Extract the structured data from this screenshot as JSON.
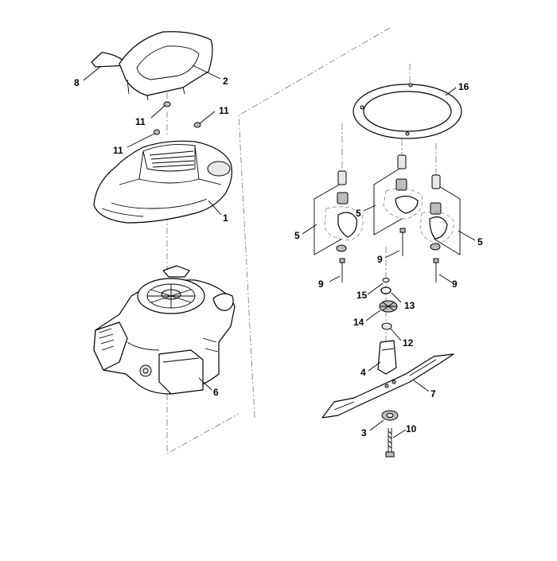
{
  "callouts": [
    {
      "id": "c8",
      "label": "8"
    },
    {
      "id": "c2",
      "label": "2"
    },
    {
      "id": "c11a",
      "label": "11"
    },
    {
      "id": "c11b",
      "label": "11"
    },
    {
      "id": "c11c",
      "label": "11"
    },
    {
      "id": "c1",
      "label": "1"
    },
    {
      "id": "c6",
      "label": "6"
    },
    {
      "id": "c16",
      "label": "16"
    },
    {
      "id": "c5a",
      "label": "5"
    },
    {
      "id": "c5b",
      "label": "5"
    },
    {
      "id": "c5c",
      "label": "5"
    },
    {
      "id": "c9a",
      "label": "9"
    },
    {
      "id": "c9b",
      "label": "9"
    },
    {
      "id": "c9c",
      "label": "9"
    },
    {
      "id": "c15",
      "label": "15"
    },
    {
      "id": "c13",
      "label": "13"
    },
    {
      "id": "c14",
      "label": "14"
    },
    {
      "id": "c12",
      "label": "12"
    },
    {
      "id": "c4",
      "label": "4"
    },
    {
      "id": "c7",
      "label": "7"
    },
    {
      "id": "c3",
      "label": "3"
    },
    {
      "id": "c10",
      "label": "10"
    }
  ]
}
